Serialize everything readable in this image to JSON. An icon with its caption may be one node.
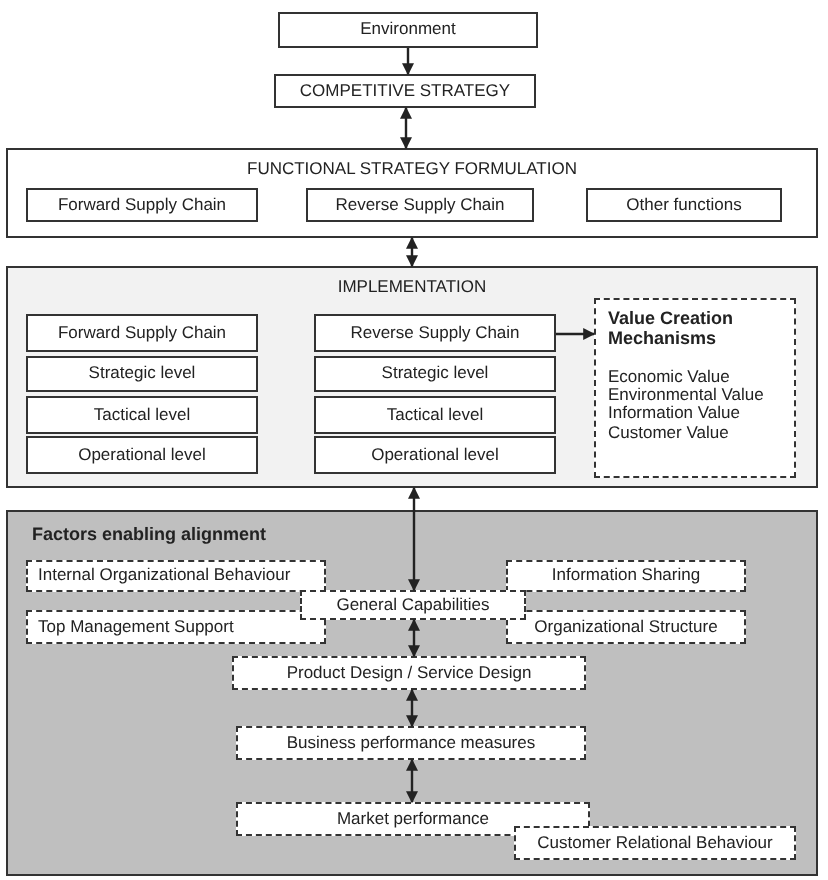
{
  "diagram": {
    "nodes": [
      {
        "text": [
          "Environment"
        ]
      },
      {
        "text": [
          "COMPETITIVE STRATEGY"
        ]
      },
      {
        "text": [
          "FUNCTIONAL STRATEGY FORMULATION"
        ]
      },
      {
        "text": [
          "Forward Supply Chain"
        ],
        "in": 2
      },
      {
        "text": [
          "Reverse Supply Chain"
        ],
        "in": 2
      },
      {
        "text": [
          "Other functions"
        ],
        "in": 2
      },
      {
        "text": [
          "IMPLEMENTATION"
        ]
      },
      {
        "text": [
          "Forward Supply Chain"
        ],
        "in": 6
      },
      {
        "text": [
          "Strategic level"
        ],
        "in": 6
      },
      {
        "text": [
          "Tactical level"
        ],
        "in": 6
      },
      {
        "text": [
          "Operational level"
        ],
        "in": 6
      },
      {
        "text": [
          "Reverse Supply Chain"
        ],
        "in": 6
      },
      {
        "text": [
          "Strategic level"
        ],
        "in": 6
      },
      {
        "text": [
          "Tactical level"
        ],
        "in": 6
      },
      {
        "text": [
          "Operational level"
        ],
        "in": 6
      },
      {
        "text": [
          "Value Creation Mechanisms",
          "Economic Value",
          "Environmental Value",
          "Information Value",
          "Customer Value"
        ],
        "in": 6
      },
      {
        "text": [
          "Factors enabling alignment"
        ]
      },
      {
        "text": [
          "Internal Organizational Behaviour"
        ],
        "in": 16
      },
      {
        "text": [
          "General Capabilities"
        ],
        "in": 16
      },
      {
        "text": [
          "Information Sharing"
        ],
        "in": 16
      },
      {
        "text": [
          "Top Management Support"
        ],
        "in": 16
      },
      {
        "text": [
          "Organizational Structure"
        ],
        "in": 16
      },
      {
        "text": [
          "Product Design / Service Design"
        ],
        "in": 16
      },
      {
        "text": [
          "Business performance measures"
        ],
        "in": 16
      },
      {
        "text": [
          "Market performance"
        ],
        "in": 16
      },
      {
        "text": [
          "Customer Relational Behaviour"
        ],
        "in": 16
      }
    ],
    "edges": [
      {
        "from": 0,
        "to": 1,
        "arrow": "to"
      },
      {
        "from": 1,
        "to": 2,
        "arrow": "both"
      },
      {
        "from": 2,
        "to": 6,
        "arrow": "both"
      },
      {
        "from": 11,
        "to": 15,
        "arrow": "to"
      },
      {
        "from": 6,
        "to": 18,
        "arrow": "both"
      },
      {
        "from": 18,
        "to": 22,
        "arrow": "both"
      },
      {
        "from": 22,
        "to": 23,
        "arrow": "both"
      },
      {
        "from": 23,
        "to": 24,
        "arrow": "both"
      }
    ]
  }
}
